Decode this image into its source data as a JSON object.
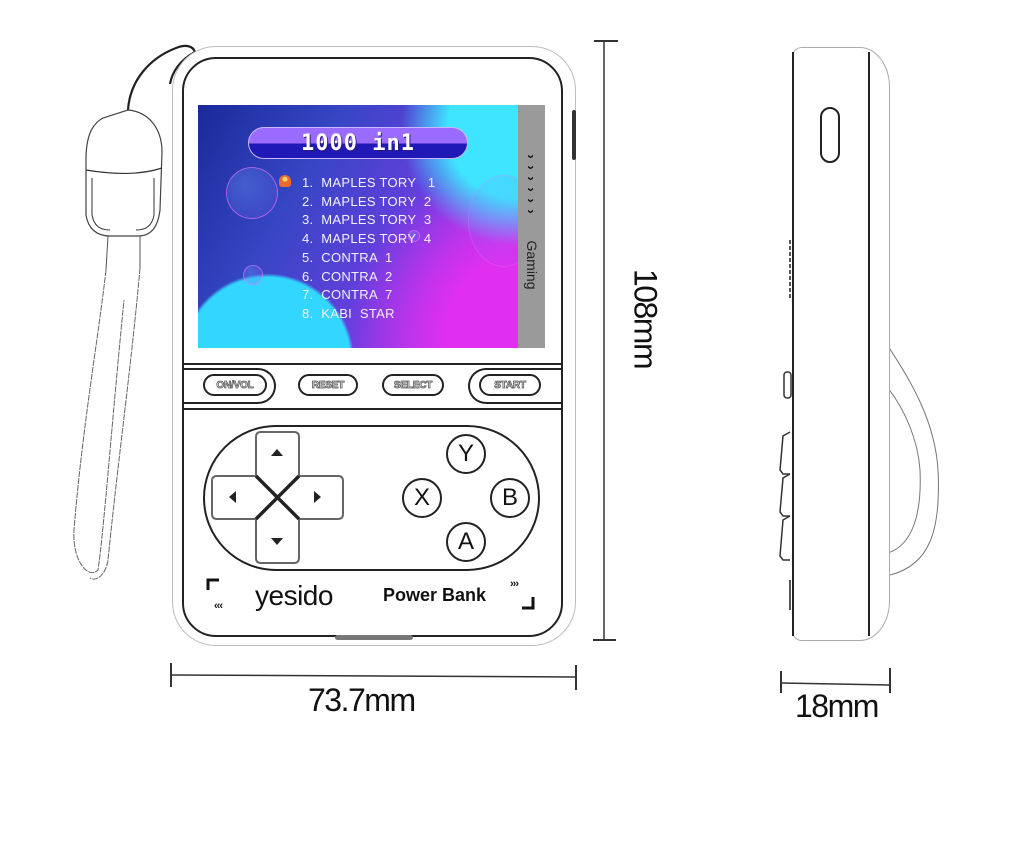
{
  "front_view": {
    "screen": {
      "title_banner": "1000 in1",
      "side_label": "Gaming",
      "side_chevrons": [
        "›",
        "›",
        "›",
        "›",
        "›",
        "›"
      ],
      "games": [
        "1.  MAPLES TORY   1",
        "2.  MAPLES TORY  2",
        "3.  MAPLES TORY  3",
        "4.  MAPLES TORY  4",
        "5.  CONTRA  1",
        "6.  CONTRA  2",
        "7.  CONTRA  7",
        "8.  KABI  STAR"
      ],
      "selected_index": 0,
      "colors": {
        "gradient_start": "#1a2a9a",
        "gradient_end": "#d22ef0",
        "strip": "#9a9a9a"
      }
    },
    "function_buttons": [
      {
        "label": "ON/VOL"
      },
      {
        "label": "RESET"
      },
      {
        "label": "SELECT"
      },
      {
        "label": "START"
      }
    ],
    "dpad": {
      "up": "▲",
      "down": "▼",
      "left": "◀",
      "right": "▶"
    },
    "face_buttons": [
      {
        "label": "Y"
      },
      {
        "label": "X"
      },
      {
        "label": "B"
      },
      {
        "label": "A"
      }
    ],
    "brand": "yesido",
    "product_label": "Power Bank",
    "corner_arrows_left": "‹‹‹",
    "corner_arrows_right": "›››"
  },
  "dimensions": {
    "width": "73.7mm",
    "height": "108mm",
    "depth": "18mm"
  }
}
